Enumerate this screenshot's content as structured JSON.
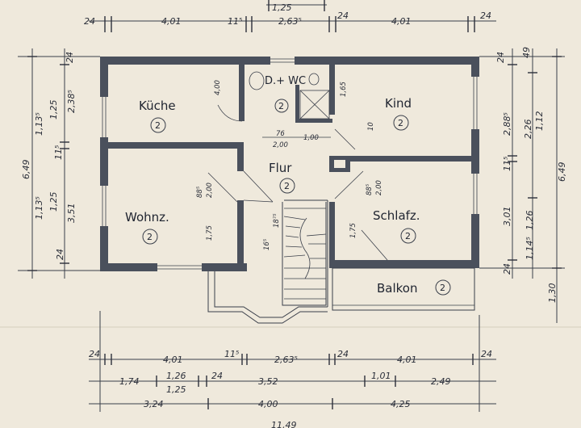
{
  "rooms": {
    "kitchen": {
      "name": "Küche",
      "num": "2"
    },
    "wc": {
      "name": "D.+ WC",
      "num": "2"
    },
    "kind": {
      "name": "Kind",
      "num": "2"
    },
    "flur": {
      "name": "Flur",
      "num": "2"
    },
    "wohnz": {
      "name": "Wohnz.",
      "num": "2"
    },
    "schlafz": {
      "name": "Schlafz.",
      "num": "2"
    },
    "balkon": {
      "name": "Balkon",
      "num": "2"
    }
  },
  "dims": {
    "top_partial": "1,25",
    "top_row": [
      "24",
      "4,01",
      "11⁵",
      "2,63⁵",
      "24",
      "4,01",
      "24"
    ],
    "bottom_row1": [
      "24",
      "4,01",
      "11⁵",
      "2,63⁵",
      "24",
      "4,01",
      "24"
    ],
    "bottom_row2": [
      "1,74",
      "1,26",
      "1,25",
      "24",
      "3,52",
      "1,01",
      "2,49"
    ],
    "bottom_row3": [
      "3,24",
      "4,00",
      "4,25"
    ],
    "bottom_partial": "11,49",
    "left_outer": "6,49",
    "left_inner": [
      "24",
      "1,13⁵",
      "1,25",
      "2,38⁵",
      "11⁵",
      "1,13⁵",
      "1,25",
      "3,51",
      "24"
    ],
    "right_inner": [
      "24",
      "49",
      "2,88⁵",
      "2,26",
      "1,12",
      "11⁵",
      "3,01",
      "1,26",
      "1,14⁵",
      "24"
    ],
    "right_outer": [
      "6,49",
      "1,30"
    ],
    "interior": [
      "4,00",
      "1,65",
      "10",
      "76",
      "2,00",
      "1,00",
      "88⁵",
      "2,00",
      "1,75",
      "18⁷⁵",
      "16⁵",
      "88⁵",
      "2,00",
      "1,75"
    ]
  }
}
